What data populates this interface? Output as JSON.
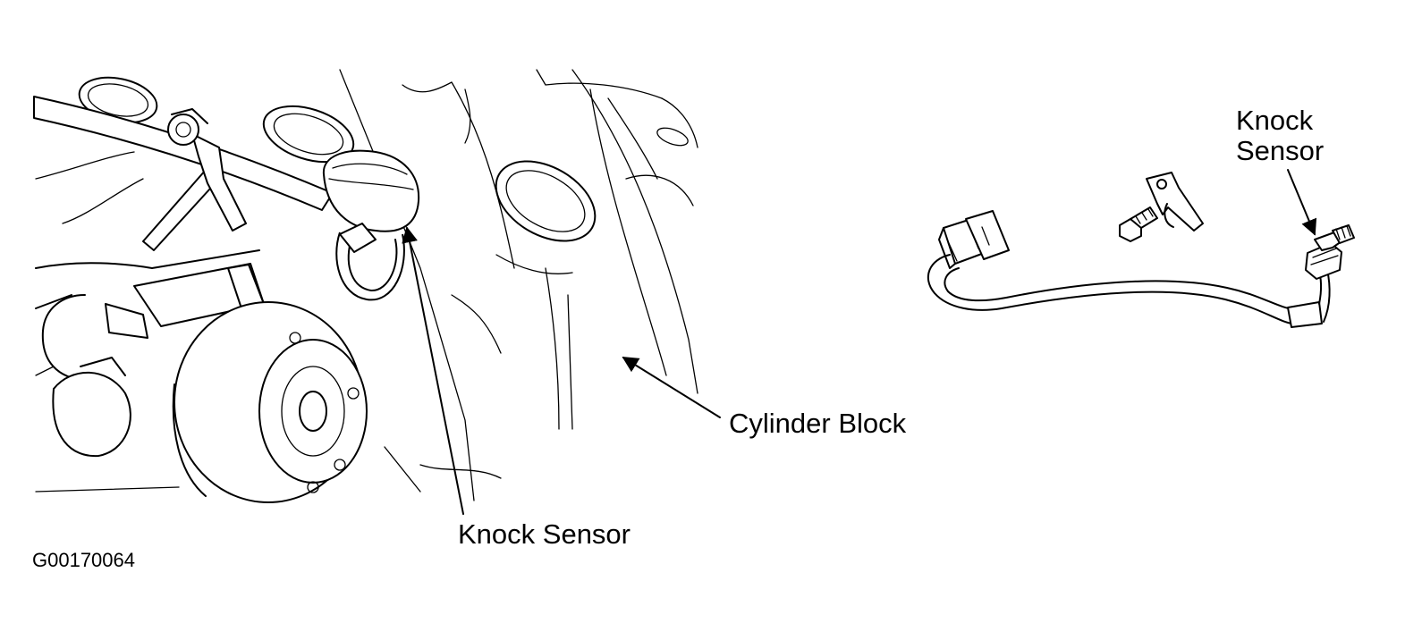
{
  "labels": {
    "cylinder_block": "Cylinder Block",
    "knock_sensor_engine": "Knock Sensor",
    "knock_sensor_part": "Knock\nSensor"
  },
  "figure_id": "G00170064",
  "colors": {
    "line": "#000000",
    "background": "#ffffff"
  }
}
